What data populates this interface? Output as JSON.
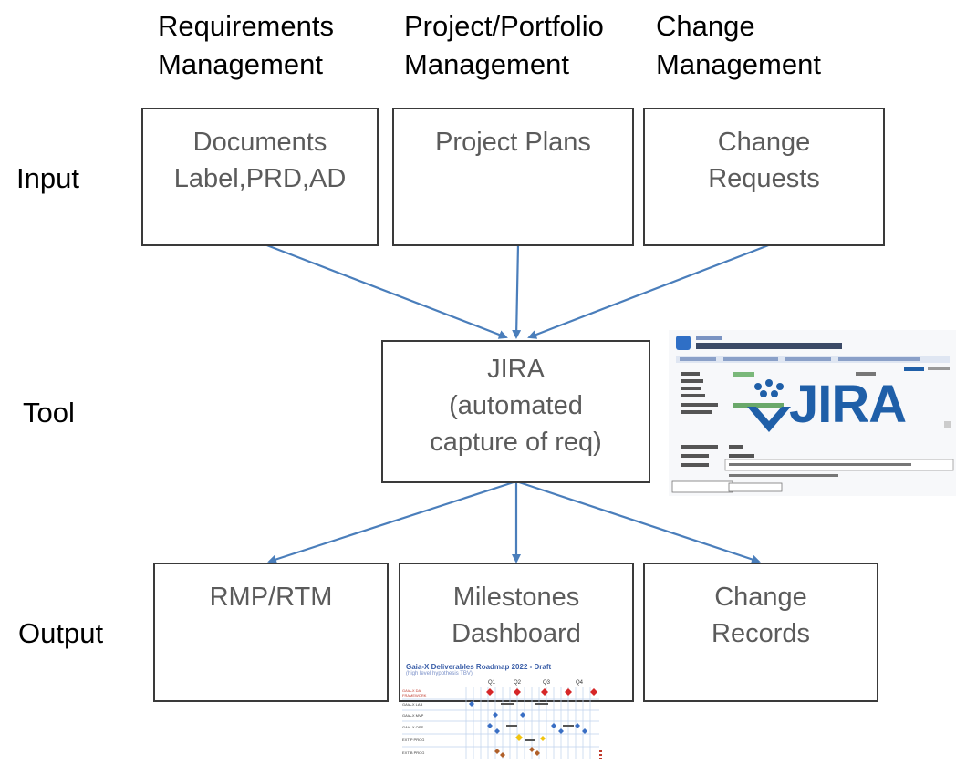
{
  "columns": [
    {
      "line1": "Requirements",
      "line2": "Management"
    },
    {
      "line1": "Project/Portfolio",
      "line2": "Management"
    },
    {
      "line1": "Change",
      "line2": "Management"
    }
  ],
  "rows": {
    "input": "Input",
    "tool": "Tool",
    "output": "Output"
  },
  "input_boxes": [
    {
      "line1": "Documents",
      "line2": "Label,PRD,AD"
    },
    {
      "line1": "Project Plans",
      "line2": ""
    },
    {
      "line1": "Change",
      "line2": "Requests"
    }
  ],
  "tool_box": {
    "line1": "JIRA",
    "line2": "(automated",
    "line3": "capture of req)"
  },
  "output_boxes": [
    {
      "line1": "RMP/RTM",
      "line2": ""
    },
    {
      "line1": "Milestones",
      "line2": "Dashboard"
    },
    {
      "line1": "Change",
      "line2": "Records"
    }
  ],
  "jira_screenshot": {
    "logo_text": "JIRA"
  },
  "roadmap_thumbnail": {
    "title": "Gaia-X Deliverables Roadmap 2022 - Draft",
    "subtitle": "(high level hypothesis TBV)",
    "quarters": [
      "Q1",
      "Q2",
      "Q3",
      "Q4"
    ],
    "rows": [
      "GAIA-X DA FRAMEWORK",
      "GAIA-X LAB",
      "GAIA-X MVP",
      "GAIA-X OSS",
      "EXT P PROG",
      "EXT B PROG"
    ]
  },
  "colors": {
    "border": "#3a3a3a",
    "box_text": "#5b5b5b",
    "arrow": "#4a7ebb",
    "jira_blue": "#1f5fa8"
  }
}
